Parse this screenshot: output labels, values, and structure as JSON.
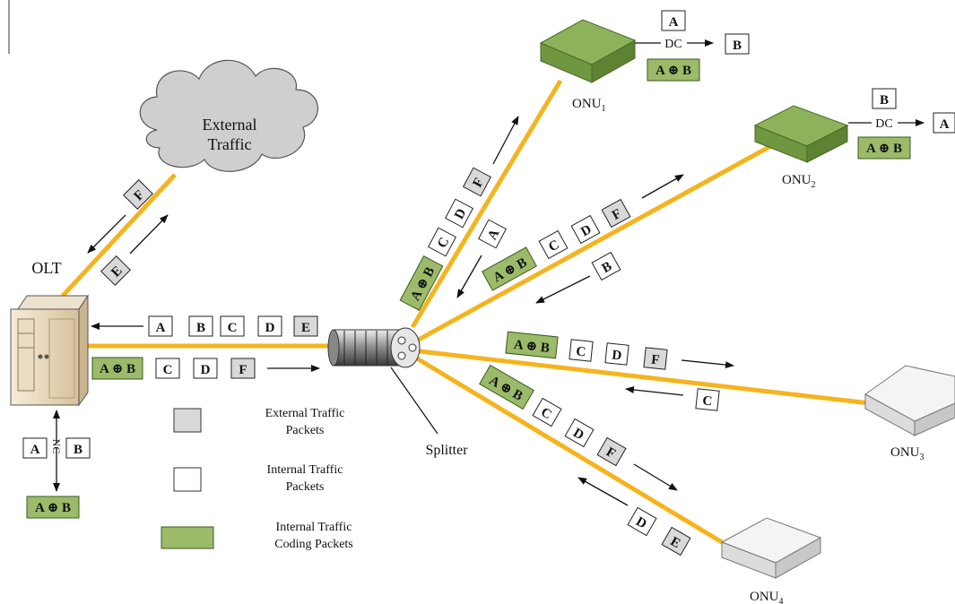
{
  "title": "",
  "colors": {
    "fiber": "#f5b41e",
    "external_packet": "#d9d9d9",
    "internal_packet": "#ffffff",
    "coding_packet": "#9bbb6a",
    "onu_green": "#8db35a",
    "onu_white": "#f2f2f2",
    "cloud": "#cfcfcf"
  },
  "icons": [
    "olt-server-icon",
    "cloud-icon",
    "splitter-icon",
    "onu-box-icon"
  ],
  "nodes": {
    "olt": "OLT",
    "cloud": [
      "External",
      "Traffic"
    ],
    "splitter": "Splitter",
    "onu1": {
      "name": "ONU",
      "sub": "1"
    },
    "onu2": {
      "name": "ONU",
      "sub": "2"
    },
    "onu3": {
      "name": "ONU",
      "sub": "3"
    },
    "onu4": {
      "name": "ONU",
      "sub": "4"
    }
  },
  "ops": {
    "decode": "DC",
    "encode": "NC"
  },
  "packets": {
    "A": "A",
    "B": "B",
    "C": "C",
    "D": "D",
    "E": "E",
    "F": "F",
    "AB": "A ⊕ B"
  },
  "legend": {
    "external": [
      "External Traffic",
      "Packets"
    ],
    "internal": [
      "Internal Traffic",
      "Packets"
    ],
    "coding": [
      "Internal Traffic",
      "Coding Packets"
    ]
  }
}
